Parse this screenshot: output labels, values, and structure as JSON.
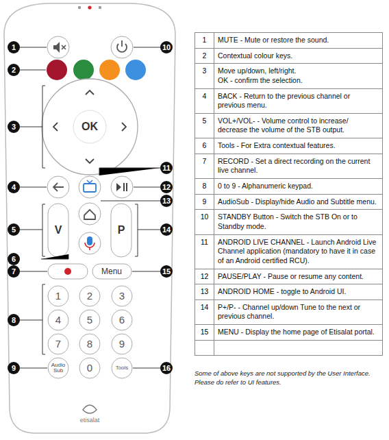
{
  "diagram": {
    "labels": [
      "1",
      "2",
      "3",
      "4",
      "5",
      "6",
      "7",
      "8",
      "9",
      "10",
      "11",
      "12",
      "13",
      "14",
      "15",
      "16",
      "1",
      "MUTE - Mute or restore the sound.",
      "2",
      "Contextual colour keys.",
      "3",
      "Move up/down, left/right.",
      "OK - confirm the selection.",
      "4",
      "BACK - Return to the previous channel or previous menu.",
      "5",
      "VOL+/VOL- - Volume control to increase/ decrease the volume of the STB output.",
      "6",
      "Tools - For Extra contextual features.",
      "7",
      "RECORD - Set a direct recording on the current live channel.",
      "8",
      "0 to 9 - Alphanumeric keypad.",
      "9",
      "AudioSub - Display/hide Audio and Subtitle menu.",
      "10",
      "STANDBY Button - Switch the STB On or to Standby mode.",
      "11",
      "ANDROID LIVE CHANNEL - Launch Android Live Channel application (mandatory to have it in case of an Android certified RCU).",
      "12",
      "PAUSE/PLAY - Pause or resume any content.",
      "13",
      "ANDROID HOME - toggle to Android UI.",
      "14",
      "P+/P- - Channel up/down Tune to the next or previous channel.",
      "15",
      "MENU - Display the home page of Etisalat portal.",
      "Some of above keys are not supported by the User Interface. Please do refer to UI features.",
      "OK",
      "V",
      "P",
      "Menu",
      "1",
      "2",
      "3",
      "4",
      "5",
      "6",
      "7",
      "8",
      "9",
      "0",
      "Audio Sub",
      "Tools",
      "etisalat"
    ]
  }
}
